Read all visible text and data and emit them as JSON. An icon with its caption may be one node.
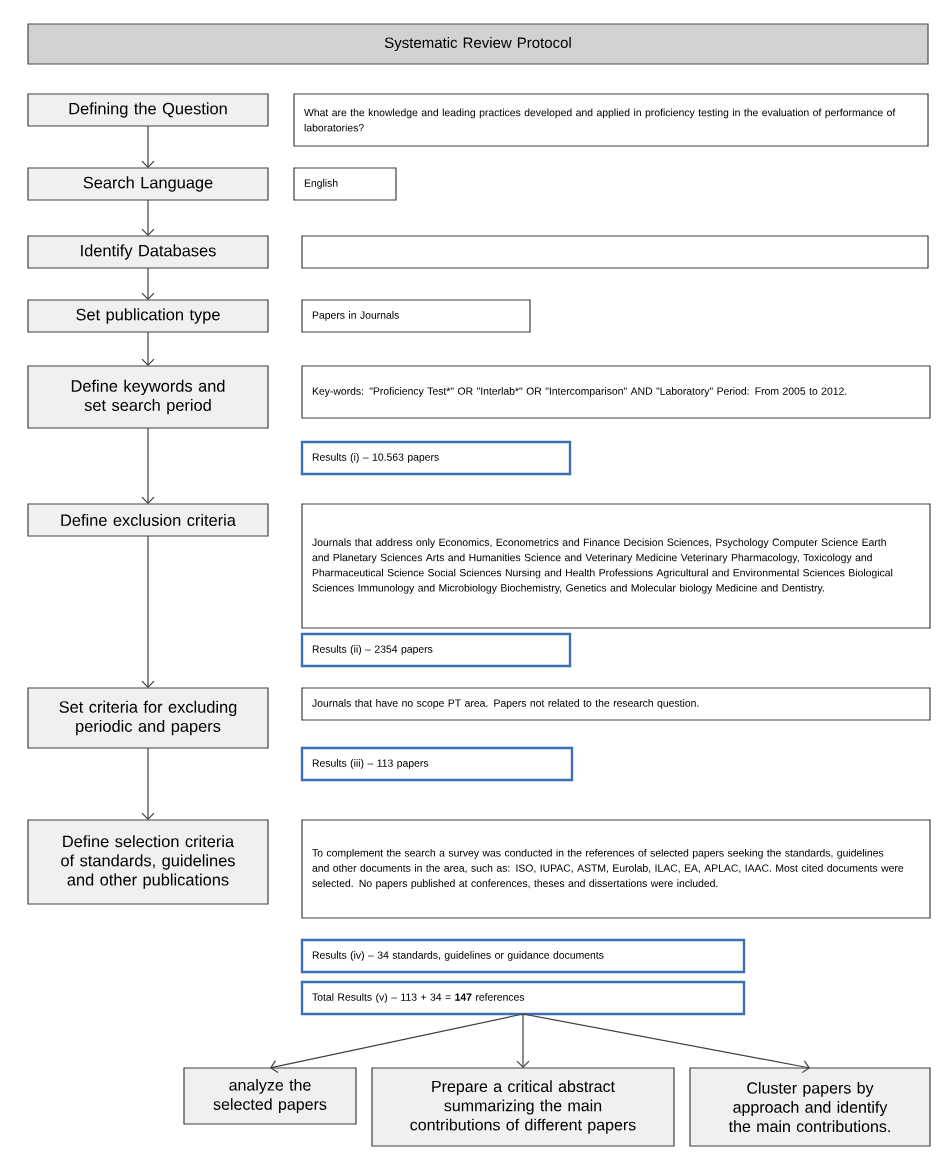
{
  "diagram": {
    "nodes": [
      {
        "text": [
          "Systematic Review Protocol"
        ]
      },
      {
        "text": [
          "Defining the Question"
        ]
      },
      {
        "text": [
          "Search Language"
        ]
      },
      {
        "text": [
          "Identify Databases"
        ]
      },
      {
        "text": [
          "Set publication type"
        ]
      },
      {
        "text": [
          "Define keywords and set search period"
        ]
      },
      {
        "text": [
          "Define exclusion criteria"
        ]
      },
      {
        "text": [
          "Set criteria for excluding periodic and papers"
        ]
      },
      {
        "text": [
          "Define selection criteria of standards, guidelines and other publications"
        ]
      },
      {
        "text": [
          "What are the knowledge and leading practices developed and applied in proficiency testing in the evaluation of performance of laboratories?"
        ]
      },
      {
        "text": [
          "English"
        ]
      },
      {
        "text": [],
        "shape": "box"
      },
      {
        "text": [
          "Papers in Journals"
        ]
      },
      {
        "text": [
          "Key-words: \"Proficiency Test*\" OR \"Interlab*\" OR \"Intercomparison\" AND \"Laboratory\" Period: From 2005 to 2012."
        ]
      },
      {
        "text": [
          "Results (i) – 10.563 papers"
        ]
      },
      {
        "text": [
          "Journals that address only Economics, Econometrics and Finance Decision Sciences, Psychology Computer Science Earth and Planetary Sciences Arts and Humanities Science and Veterinary Medicine Veterinary Pharmacology, Toxicology and Pharmaceutical Science Social Sciences Nursing and Health Professions Agricultural and Environmental Sciences Biological Sciences Immunology and Microbiology Biochemistry, Genetics and Molecular biology Medicine and Dentistry."
        ]
      },
      {
        "text": [
          "Results (ii) – 2354 papers"
        ]
      },
      {
        "text": [
          "Journals that have no scope PT area. Papers not related to the research question."
        ]
      },
      {
        "text": [
          "Results (iii) – 113 papers"
        ]
      },
      {
        "text": [
          "To complement the search a survey was conducted in the references of selected papers seeking the standards, guidelines and other documents in the area, such as: ISO, IUPAC, ASTM, Eurolab, ILAC, EA, APLAC, IAAC. Most cited documents were selected. No papers published at conferences, theses and dissertations were included."
        ]
      },
      {
        "text": [
          "Results (iv) – 34 standards, guidelines or guidance documents"
        ]
      },
      {
        "text": [
          "Total Results (v) – 113 + 34 = **147** references"
        ]
      },
      {
        "text": [
          "analyze the selected papers"
        ]
      },
      {
        "text": [
          "Prepare a critical abstract summarizing the main contributions of different papers"
        ]
      },
      {
        "text": [
          "Cluster papers by approach and identify the main contributions."
        ]
      }
    ],
    "edges": [
      {
        "from": 1,
        "to": 2,
        "arrow": "to"
      },
      {
        "from": 2,
        "to": 3,
        "arrow": "to"
      },
      {
        "from": 3,
        "to": 4,
        "arrow": "to"
      },
      {
        "from": 4,
        "to": 5,
        "arrow": "to"
      },
      {
        "from": 5,
        "to": 6,
        "arrow": "to"
      },
      {
        "from": 6,
        "to": 7,
        "arrow": "to"
      },
      {
        "from": 7,
        "to": 8,
        "arrow": "to"
      },
      {
        "from": 21,
        "to": 22,
        "arrow": "to"
      },
      {
        "from": 21,
        "to": 23,
        "arrow": "to"
      },
      {
        "from": 21,
        "to": 24,
        "arrow": "to"
      }
    ]
  }
}
